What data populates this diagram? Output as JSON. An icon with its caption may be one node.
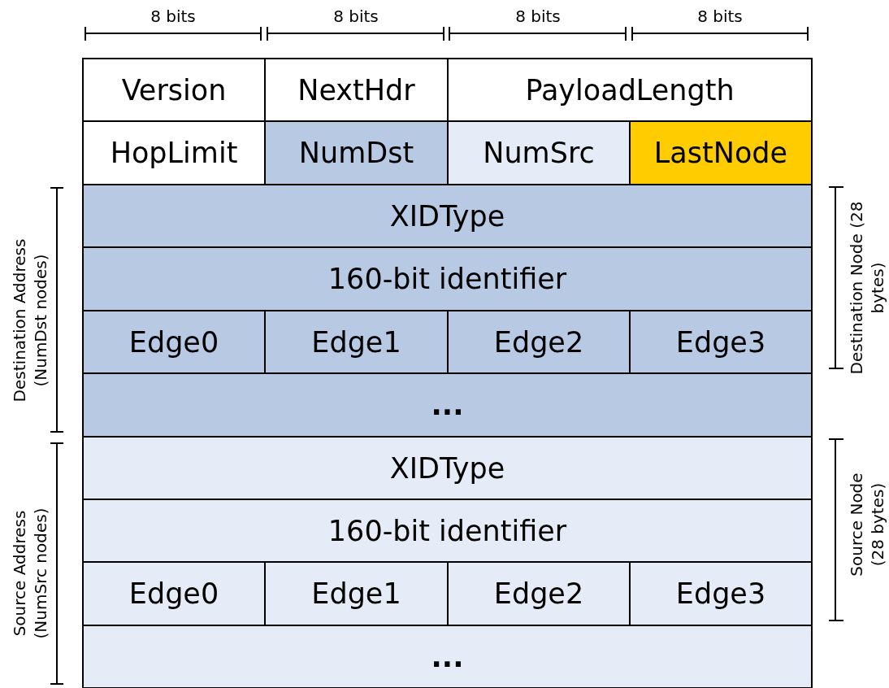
{
  "diagram": {
    "nodes": [
      {
        "text": [
          "Version"
        ]
      },
      {
        "text": [
          "NextHdr"
        ]
      },
      {
        "text": [
          "PayloadLength"
        ]
      },
      {
        "text": [
          "HopLimit"
        ]
      },
      {
        "text": [
          "NumDst"
        ]
      },
      {
        "text": [
          "NumSrc"
        ]
      },
      {
        "text": [
          "LastNode"
        ]
      },
      {
        "text": [
          "XIDType"
        ]
      },
      {
        "text": [
          "160-bit identifier"
        ]
      },
      {
        "text": [
          "Edge0"
        ]
      },
      {
        "text": [
          "Edge1"
        ]
      },
      {
        "text": [
          "Edge2"
        ]
      },
      {
        "text": [
          "Edge3"
        ]
      },
      {
        "text": [
          "..."
        ]
      },
      {
        "text": [
          "XIDType"
        ]
      },
      {
        "text": [
          "160-bit identifier"
        ]
      },
      {
        "text": [
          "Edge0"
        ]
      },
      {
        "text": [
          "Edge1"
        ]
      },
      {
        "text": [
          "Edge2"
        ]
      },
      {
        "text": [
          "Edge3"
        ]
      },
      {
        "text": [
          "..."
        ]
      }
    ],
    "labels": [
      "8 bits",
      "8 bits",
      "8 bits",
      "8 bits",
      "Destination Address (NumDst nodes)",
      "Destination Node (28 bytes)",
      "Source Address (NumSrc nodes)",
      "Source Node (28 bytes)"
    ]
  }
}
